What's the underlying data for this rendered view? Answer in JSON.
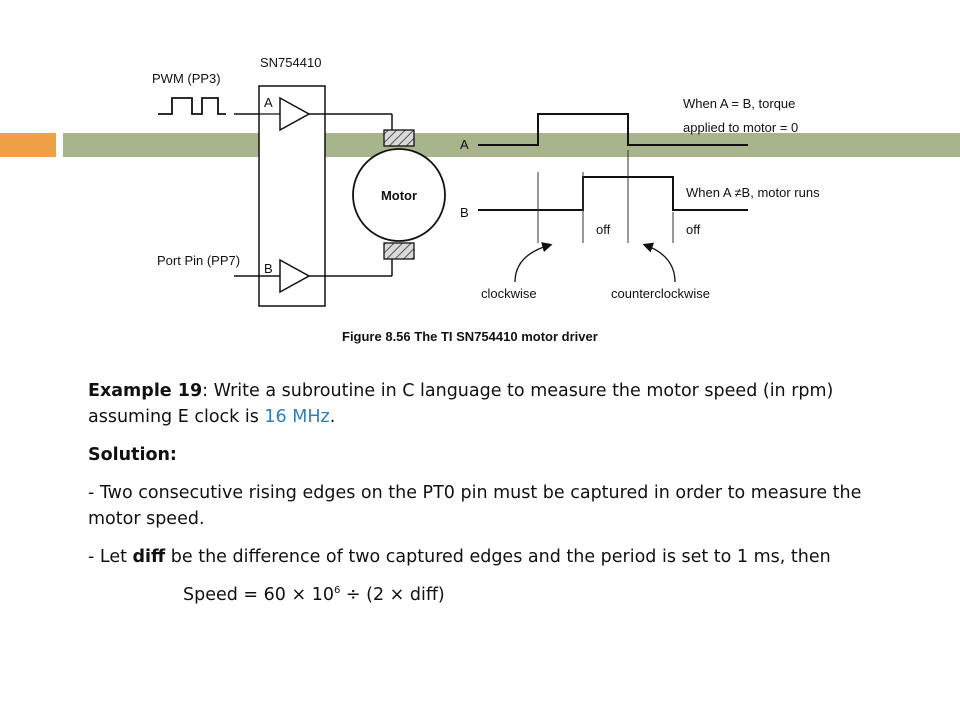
{
  "figure": {
    "chip_label": "SN754410",
    "pwm_label": "PWM (PP3)",
    "port_label": "Port Pin (PP7)",
    "input_a": "A",
    "input_b": "B",
    "motor_label": "Motor",
    "signal_a_label": "A",
    "signal_b_label": "B",
    "note_equal_line1": "When A = B, torque",
    "note_equal_line2": "applied to motor = 0",
    "note_runs": "When A ≠B, motor runs",
    "off_label_1": "off",
    "off_label_2": "off",
    "clockwise_label": "clockwise",
    "counterclockwise_label": "counterclockwise",
    "caption": "Figure 8.56 The TI SN754410 motor driver"
  },
  "text": {
    "example_heading": "Example 19",
    "example_body": ": Write a subroutine in C language to measure the motor speed (in rpm) assuming E clock is ",
    "e_clock": "16 MHz",
    "example_end": ".",
    "solution_heading": "Solution:",
    "bullet1": "-  Two consecutive rising edges on the PT0 pin must be captured in order to measure the motor speed.",
    "bullet2_pre": "-  Let ",
    "bullet2_bold": "diff",
    "bullet2_post": " be the difference of two captured edges and the period is set to 1 ms, then",
    "formula_pre": "Speed = 60 × 10",
    "formula_exp": "6",
    "formula_post": " ÷ (2 × diff)"
  },
  "colors": {
    "accent_orange": "#f0a045",
    "accent_green": "#a8b48b",
    "highlight_blue": "#2e7fc1"
  }
}
